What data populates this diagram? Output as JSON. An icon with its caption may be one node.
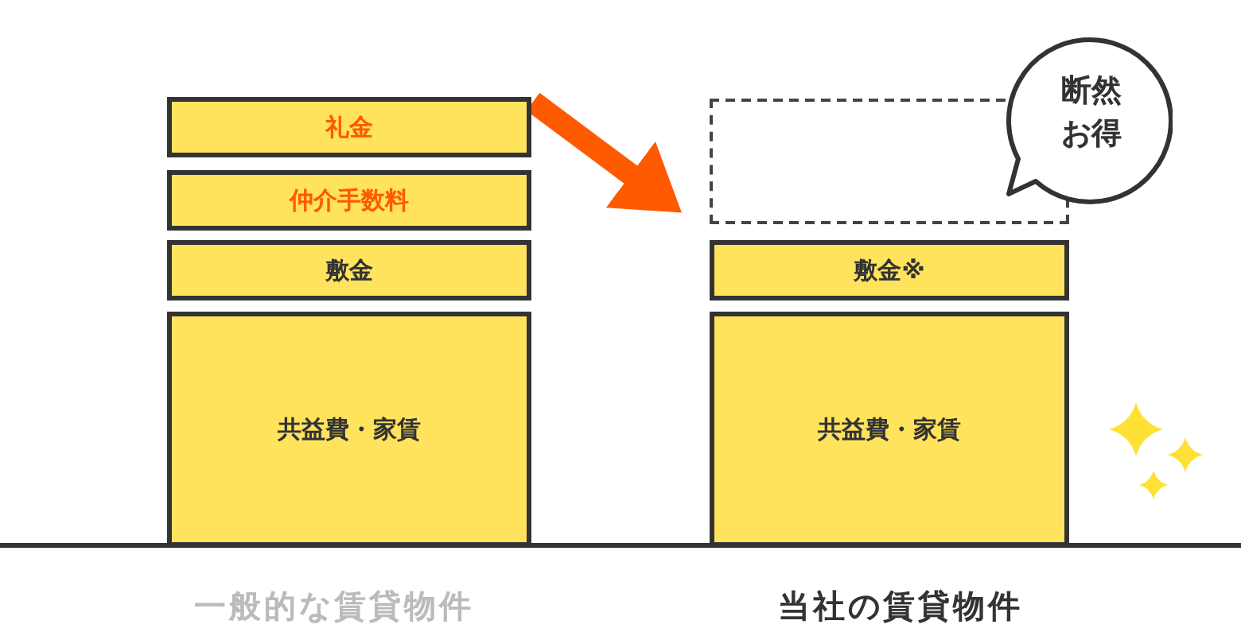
{
  "diagram": {
    "nodes": [
      {
        "text": [
          "礼金"
        ]
      },
      {
        "text": [
          "仲介手数料"
        ]
      },
      {
        "text": [
          "敷金"
        ]
      },
      {
        "text": [
          "共益費・家賃"
        ]
      },
      {
        "text": [],
        "shape": "box"
      },
      {
        "text": [
          "敷金※"
        ]
      },
      {
        "text": [
          "共益費・家賃"
        ]
      },
      {
        "text": [
          "断然お得"
        ]
      }
    ],
    "edges": [
      {
        "from": 0,
        "to": 4,
        "arrow": "to",
        "color": "#ff5a00"
      }
    ],
    "labels": [
      "一般的な賃貸物件",
      "当社の賃貸物件"
    ]
  }
}
